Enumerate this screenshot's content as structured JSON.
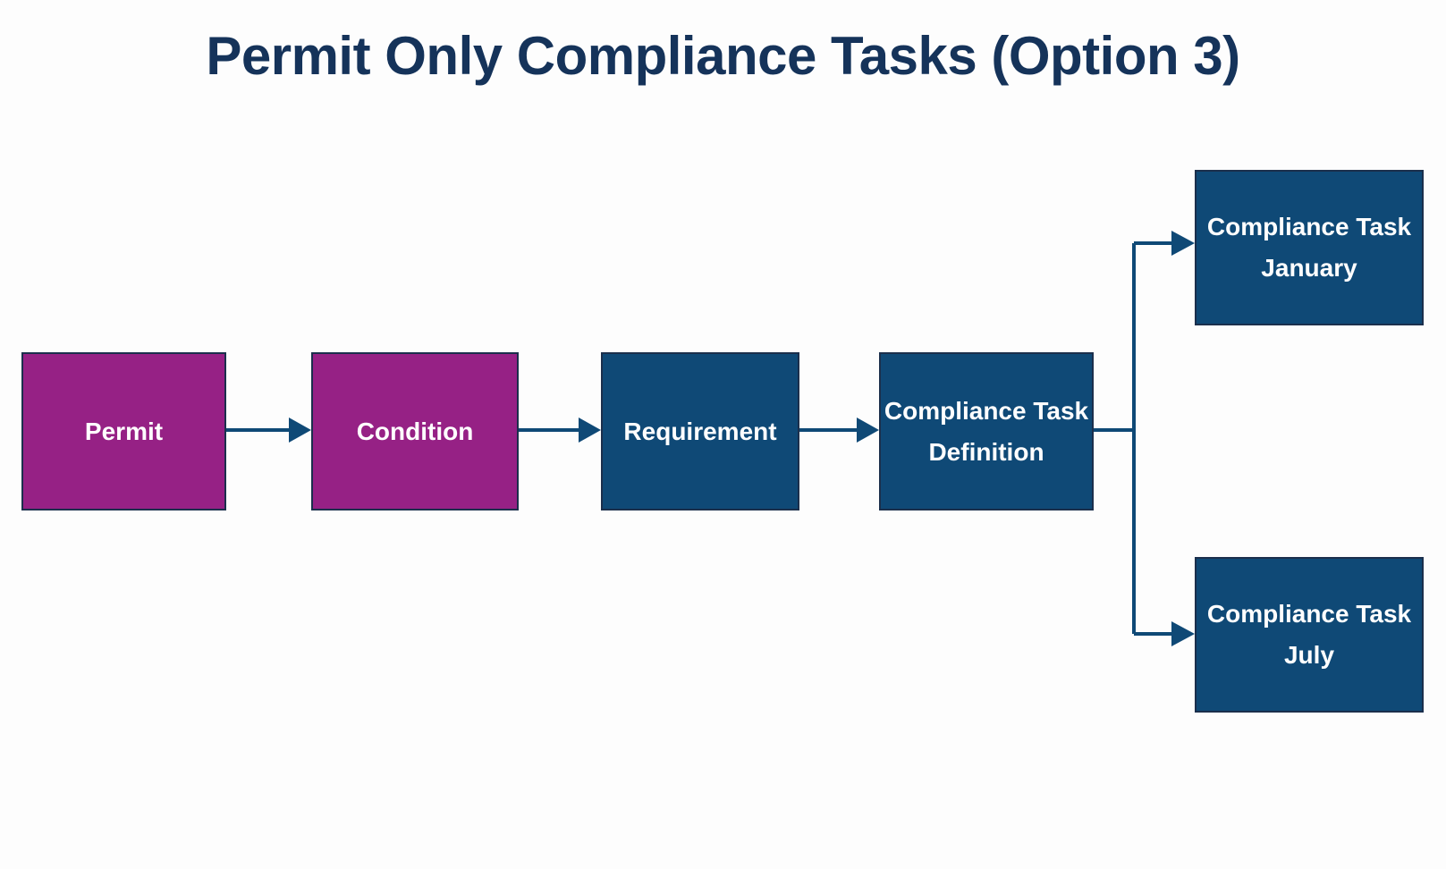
{
  "title": "Permit Only Compliance Tasks (Option 3)",
  "colors": {
    "title": "#15335a",
    "purple_node": "#962185",
    "blue_node": "#0f4976",
    "node_border": "#1b2f4c",
    "connector": "#0f4976",
    "node_text": "#ffffff",
    "background": "#fdfdfd"
  },
  "nodes": {
    "permit": {
      "lines": [
        "Permit"
      ]
    },
    "condition": {
      "lines": [
        "Condition"
      ]
    },
    "requirement": {
      "lines": [
        "Requirement"
      ]
    },
    "definition": {
      "lines": [
        "Compliance Task",
        "Definition"
      ]
    },
    "january": {
      "lines": [
        "Compliance Task",
        "January"
      ]
    },
    "july": {
      "lines": [
        "Compliance Task",
        "July"
      ]
    }
  }
}
